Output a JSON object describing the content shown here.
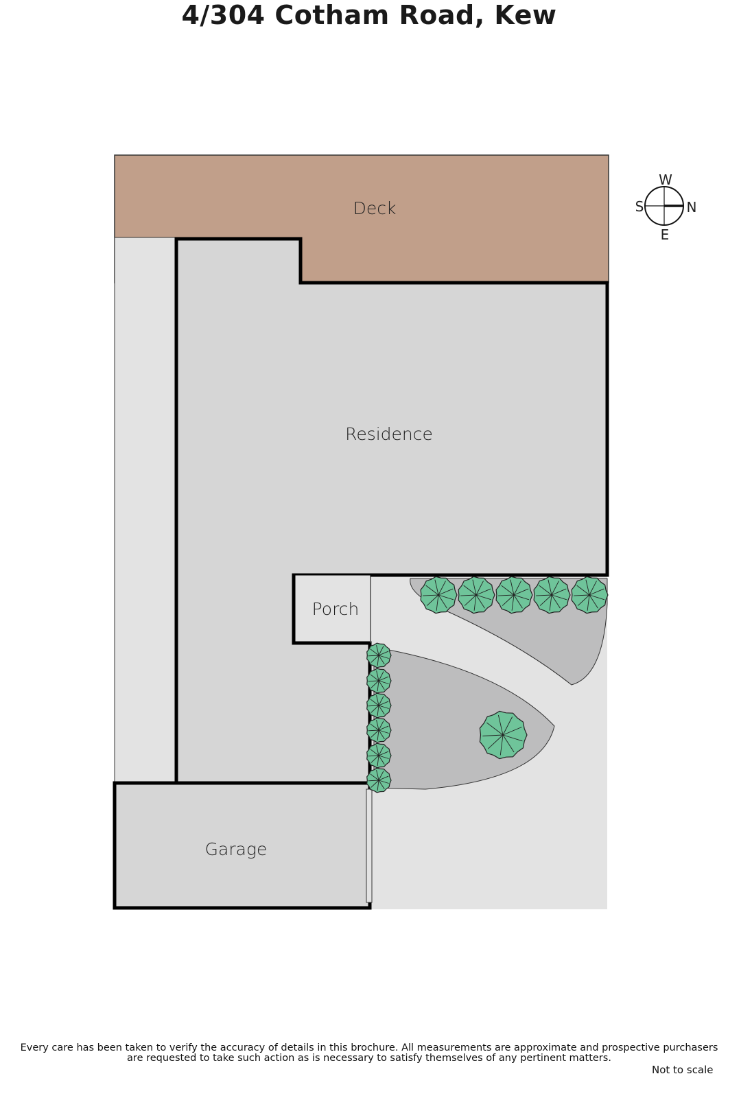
{
  "title": "4/304 Cotham Road, Kew",
  "labels": {
    "deck": "Deck",
    "residence": "Residence",
    "porch": "Porch",
    "garage": "Garage"
  },
  "compass": {
    "w": "W",
    "s": "S",
    "n": "N",
    "e": "E"
  },
  "disclaimer": {
    "line1": "Every care has been taken to verify the accuracy of details in this brochure.  All measurements are approximate and prospective purchasers",
    "line2": "are requested to take such action as is necessary to satisfy themselves of any pertinent matters."
  },
  "not_to_scale": "Not to scale",
  "colors": {
    "deck": "#c19f8a",
    "building": "#d6d6d6",
    "open": "#e3e3e3",
    "garden": "#bdbdbe",
    "tree": "#6fc49a"
  }
}
